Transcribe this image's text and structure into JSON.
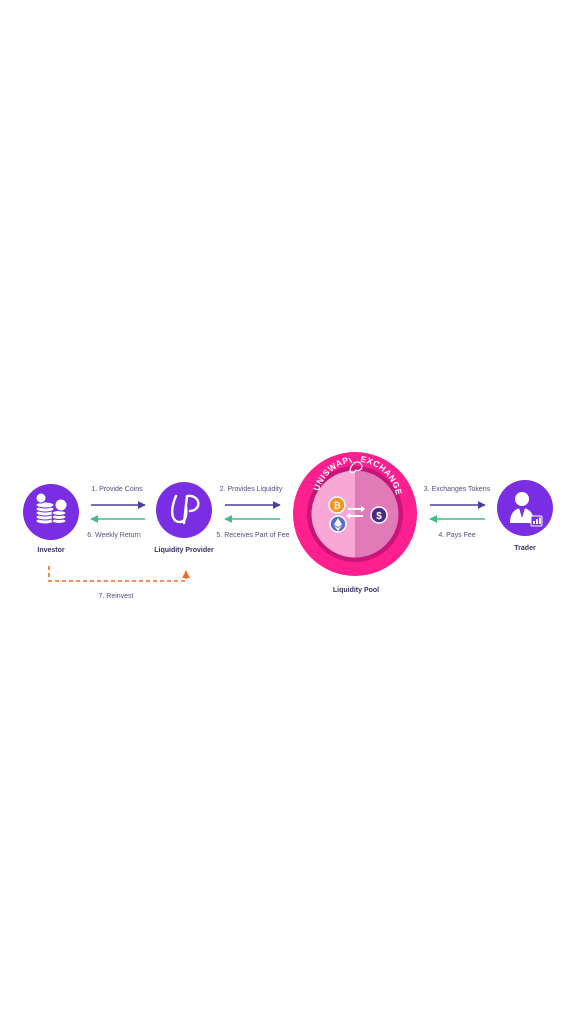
{
  "nodes": {
    "investor": "Investor",
    "provider": "Liquidity Provider",
    "pool": "Liquidity Pool",
    "trader": "Trader"
  },
  "pool_ring": {
    "left": "UNISWAP",
    "right": "EXCHANGE"
  },
  "arrows": {
    "provide_coins": "1. Provide Coins",
    "provides_liquidity": "2. Provides Liquidity",
    "exchanges_tokens": "3. Exchanges Tokens",
    "pays_fee": "4. Pays Fee",
    "receives_fee": "5. Receives Part of Fee",
    "weekly_return": "6. Weekly Return",
    "reinvest": "7. Reinvest"
  },
  "icons": {
    "investor": "coin-stack-icon",
    "provider": "lp-logo-icon",
    "trader": "trader-chart-icon",
    "pool_logo": "unicorn-icon",
    "bitcoin": "bitcoin-icon",
    "ethereum": "ethereum-icon",
    "dollar": "dollar-icon",
    "swap": "swap-arrows-icon"
  },
  "colors": {
    "purple": "#7a2ee3",
    "forward_arrow": "#4a3f9a",
    "return_arrow": "#3dbd8a",
    "reinvest": "#f06a2b",
    "pool_pink": "#ff1f8e",
    "label_text": "#5b4a86"
  }
}
